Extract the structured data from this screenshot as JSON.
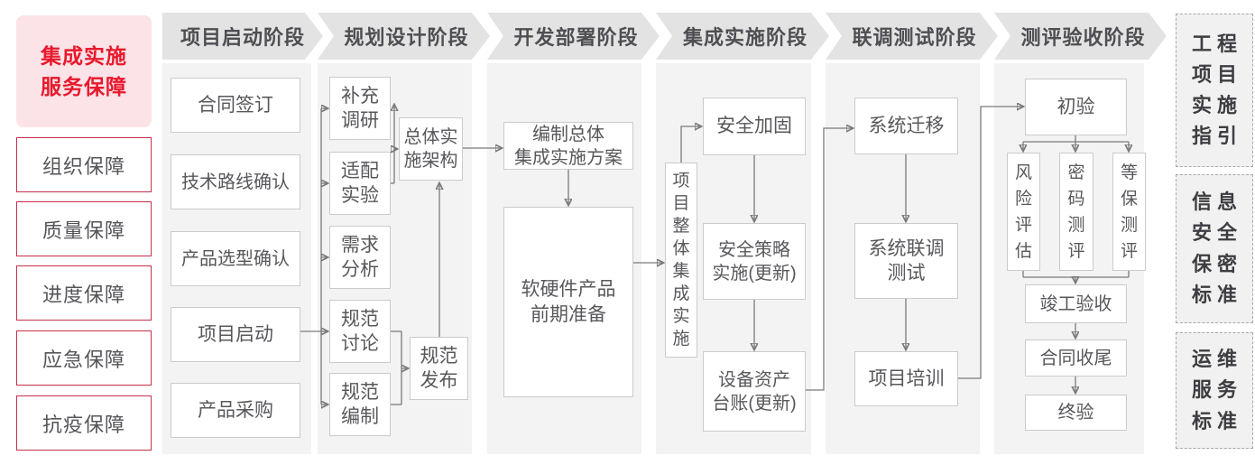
{
  "sidebar": {
    "title": "集成实施\n服务保障",
    "items": [
      {
        "label": "组织保障"
      },
      {
        "label": "质量保障"
      },
      {
        "label": "进度保障"
      },
      {
        "label": "应急保障"
      },
      {
        "label": "抗疫保障"
      }
    ],
    "accent_color": "#e8192c",
    "border_color": "#c4304a",
    "title_bg_color": "#fbe3e8"
  },
  "phases": [
    {
      "label": "项目启动阶段",
      "nodes": [
        {
          "label": "合同签订"
        },
        {
          "label": "技术路线确认"
        },
        {
          "label": "产品选型确认"
        },
        {
          "label": "项目启动"
        },
        {
          "label": "产品采购"
        }
      ]
    },
    {
      "label": "规划设计阶段",
      "nodes": [
        {
          "label": "补充\n调研"
        },
        {
          "label": "适配\n实验"
        },
        {
          "label": "需求\n分析"
        },
        {
          "label": "规范\n讨论"
        },
        {
          "label": "规范\n编制"
        },
        {
          "label": "总体实\n施架构"
        },
        {
          "label": "规范\n发布"
        }
      ]
    },
    {
      "label": "开发部署阶段",
      "nodes": [
        {
          "label": "编制总体\n集成实施方案"
        },
        {
          "label": "软硬件产品\n前期准备"
        }
      ]
    },
    {
      "label": "集成实施阶段",
      "nodes": [
        {
          "label": "项\n目\n整\n体\n集\n成\n实\n施"
        },
        {
          "label": "安全加固"
        },
        {
          "label": "安全策略\n实施(更新)"
        },
        {
          "label": "设备资产\n台账(更新)"
        }
      ]
    },
    {
      "label": "联调测试阶段",
      "nodes": [
        {
          "label": "系统迁移"
        },
        {
          "label": "系统联调\n测试"
        },
        {
          "label": "项目培训"
        }
      ]
    },
    {
      "label": "测评验收阶段",
      "nodes": [
        {
          "label": "初验"
        },
        {
          "label": "风\n险\n评\n估"
        },
        {
          "label": "密\n码\n测\n评"
        },
        {
          "label": "等\n保\n测\n评"
        },
        {
          "label": "竣工验收"
        },
        {
          "label": "合同收尾"
        },
        {
          "label": "终验"
        }
      ]
    }
  ],
  "standards": [
    {
      "label": "工程\n项目\n实施\n指引"
    },
    {
      "label": "信息\n安全\n保密\n标准"
    },
    {
      "label": "运维\n服务\n标准"
    }
  ],
  "colors": {
    "header_bg": "#e3e3e3",
    "panel_bg": "#f4f3f3",
    "box_border": "#cbcbcb",
    "text": "#58585c",
    "line": "#7a7a7a"
  }
}
